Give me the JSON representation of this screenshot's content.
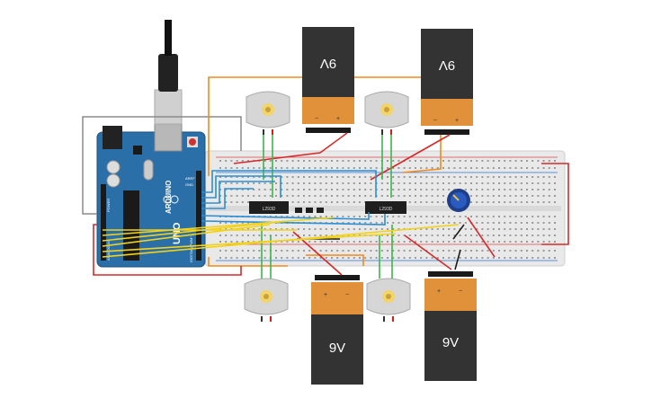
{
  "batteries": {
    "top_left": {
      "label": "9V",
      "plus": "+",
      "minus": "−"
    },
    "top_right": {
      "label": "9V",
      "plus": "+",
      "minus": "−"
    },
    "bottom_left": {
      "label": "9V",
      "plus": "+",
      "minus": "−"
    },
    "bottom_right": {
      "label": "9V",
      "plus": "+",
      "minus": "−"
    }
  },
  "drivers": {
    "left": {
      "label": "L293D"
    },
    "right": {
      "label": "L293D"
    }
  },
  "arduino": {
    "brand": "ARDUINO",
    "model": "UNO",
    "digital_header": "DIGITAL (PWM~)",
    "power_header": "POWER",
    "analog_header": "ANALOG IN",
    "aref": "AREF",
    "gnd": "GND"
  },
  "colors": {
    "arduino_board": "#2b6fa8",
    "battery_body": "#333333",
    "battery_top": "#e0913a",
    "breadboard": "#e9e9e9",
    "wire_red": "#d42a2a",
    "wire_blue": "#2a8fd4",
    "wire_yellow": "#f2d21b",
    "wire_green": "#3cb54a",
    "wire_orange": "#f08a1c",
    "wire_gray": "#8a8a8a",
    "potentiometer": "#2a4fa8"
  },
  "icons": {
    "motor": "dc-motor-icon",
    "potentiometer": "potentiometer-knob-icon",
    "usb": "usb-cable-icon"
  }
}
